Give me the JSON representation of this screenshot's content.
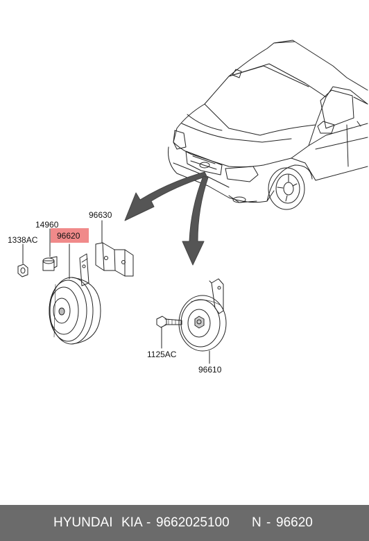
{
  "labels": {
    "p96630": "96630",
    "p14960": "14960",
    "p96620": "96620",
    "p1338ac": "1338AC",
    "p1125ac": "1125AC",
    "p96610": "96610"
  },
  "footer": {
    "brand": "HYUNDAI",
    "make": "KIA",
    "sep1": "-",
    "oem_number": "9662025100",
    "n_label": "N",
    "sep2": "-",
    "part_number": "96620"
  },
  "colors": {
    "highlight": "#f08a8a",
    "footer_bg": "#6b6b6b",
    "line": "#222222",
    "arrow_fill": "#555555"
  }
}
